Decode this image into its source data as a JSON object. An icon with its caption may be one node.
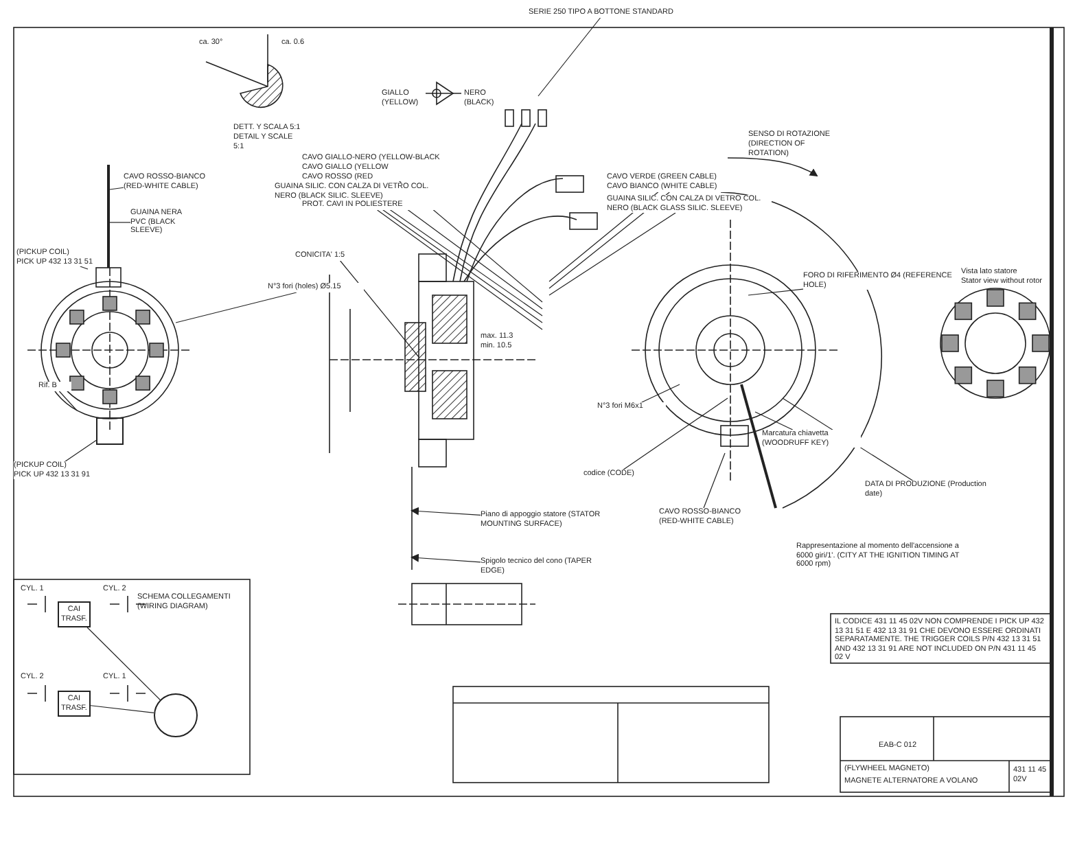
{
  "diagram": {
    "title": "MAGNETE ALTERNATORE A VOLANO",
    "nodes": [
      {
        "text": [
          "SERIE 250 TIPO A BOTTONE STANDARD"
        ]
      },
      {
        "text": [
          "CAVO ROSSO-BIANCO (RED-WHITE CABLE)"
        ]
      },
      {
        "text": [
          "GUAINA NERA PVC (BLACK SLEEVE)"
        ]
      },
      {
        "text": [
          "(PICKUP COIL)",
          "PICK UP 432 13 31 51"
        ]
      },
      {
        "text": [
          "N°3 fori (holes) Ø5.15"
        ]
      },
      {
        "text": [
          "Rif. B"
        ]
      },
      {
        "text": [
          "(PICKUP COIL)",
          "PICK UP 432 13 31 91"
        ]
      },
      {
        "text": [
          "CAVO GIALLO-NERO (YELLOW-BLACK CABLE)"
        ]
      },
      {
        "text": [
          "CAVO GIALLO (YELLOW CABLE)"
        ]
      },
      {
        "text": [
          "CAVO ROSSO (RED CABLE)"
        ]
      },
      {
        "text": [
          "GUAINA SILIC. CON CALZA DI VETRO COL. NERO (BLACK SILIC. SLEEVE)"
        ]
      },
      {
        "text": [
          "PROT. CAVI IN POLIESTERE"
        ]
      },
      {
        "text": [
          "CONICITA' 1:5"
        ]
      },
      {
        "text": [
          "CAVO VERDE (GREEN CABLE)"
        ]
      },
      {
        "text": [
          "CAVO BIANCO (WHITE CABLE)"
        ]
      },
      {
        "text": [
          "GUAINA SILIC. CON CALZA DI VETRO COL. NERO (BLACK GLASS SILIC. SLEEVE)"
        ]
      },
      {
        "text": [
          "FORO DI RIFERIMENTO Ø4 (REFERENCE HOLE)"
        ]
      },
      {
        "text": [
          "N°3 fori M6x1"
        ]
      },
      {
        "text": [
          "codice (CODE)"
        ]
      },
      {
        "text": [
          "CAVO ROSSO-BIANCO (RED-WHITE CABLE)"
        ]
      },
      {
        "text": [
          "Marcatura chiavetta (WOODRUFF KEY)"
        ]
      },
      {
        "text": [
          "DATA DI PRODUZIONE (Production date)"
        ]
      },
      {
        "text": [
          "Piano di appoggio statore (STATOR MOUNTING SURFACE)"
        ]
      },
      {
        "text": [
          "Spigolo tecnico del cono (TAPER EDGE)"
        ]
      },
      {
        "text": [
          "CAI",
          "TRASF."
        ]
      },
      {
        "text": [
          "CAI",
          "TRASF."
        ]
      },
      {
        "text": [],
        "shape": "circle"
      },
      {
        "text": [],
        "shape": "box"
      }
    ],
    "edges": [
      {
        "from": 0,
        "to": null,
        "arrow": "none"
      },
      {
        "from": 1,
        "to": null,
        "arrow": "none"
      },
      {
        "from": 2,
        "to": null,
        "arrow": "none"
      },
      {
        "from": 3,
        "to": null,
        "arrow": "none"
      },
      {
        "from": 4,
        "to": null,
        "arrow": "none"
      },
      {
        "from": 5,
        "to": null,
        "arrow": "none"
      },
      {
        "from": 6,
        "to": 27,
        "arrow": "none"
      },
      {
        "from": 7,
        "to": null,
        "arrow": "none"
      },
      {
        "from": 8,
        "to": null,
        "arrow": "none"
      },
      {
        "from": 9,
        "to": null,
        "arrow": "none"
      },
      {
        "from": 10,
        "to": null,
        "arrow": "none"
      },
      {
        "from": 11,
        "to": null,
        "arrow": "none"
      },
      {
        "from": 12,
        "to": null,
        "arrow": "none"
      },
      {
        "from": 13,
        "to": null,
        "arrow": "none"
      },
      {
        "from": 14,
        "to": null,
        "arrow": "none"
      },
      {
        "from": 15,
        "to": null,
        "arrow": "none"
      },
      {
        "from": 16,
        "to": null,
        "arrow": "none"
      },
      {
        "from": 17,
        "to": null,
        "arrow": "none"
      },
      {
        "from": 18,
        "to": null,
        "arrow": "none"
      },
      {
        "from": 19,
        "to": null,
        "arrow": "none"
      },
      {
        "from": 20,
        "to": null,
        "arrow": "none"
      },
      {
        "from": 21,
        "to": null,
        "arrow": "none"
      },
      {
        "from": 22,
        "to": null,
        "arrow": "to"
      },
      {
        "from": 23,
        "to": null,
        "arrow": "to"
      },
      {
        "from": 24,
        "to": 26,
        "arrow": "none"
      },
      {
        "from": 25,
        "to": 26,
        "arrow": "none"
      }
    ],
    "labels": [
      "ca. 30°",
      "ca. 0.6",
      "DETT. Y SCALA 5:1",
      "DETAIL Y SCALE 5:1",
      "GIALLO (YELLOW)",
      "NERO (BLACK)",
      "SENSO DI ROTAZIONE",
      "(DIRECTION OF ROTATION)",
      "Vista lato statore",
      "Stator view without rotor",
      "max. 11.3",
      "min. 10.5",
      "Rappresentazione al momento dell'accensione a 6000 giri/1'. (CITY AT THE IGNITION TIMING AT 6000 rpm)",
      "SCHEMA COLLEGAMENTI",
      "(WIRING DIAGRAM)",
      "CYL. 1",
      "CYL. 2",
      "CYL. 2",
      "CYL. 1",
      "IL CODICE 431 11 45 02V NON COMPRENDE I PICK UP 432 13 31 51 E 432 13 31 91 CHE DEVONO ESSERE ORDINATI SEPARATAMENTE. THE TRIGGER COILS P/N 432 13 31 51 AND 432 13 31 91 ARE NOT INCLUDED ON P/N 431 11 45 02 V",
      "EAB-C 012",
      "(FLYWHEEL MAGNETO)",
      "431 11 45 02V"
    ]
  }
}
